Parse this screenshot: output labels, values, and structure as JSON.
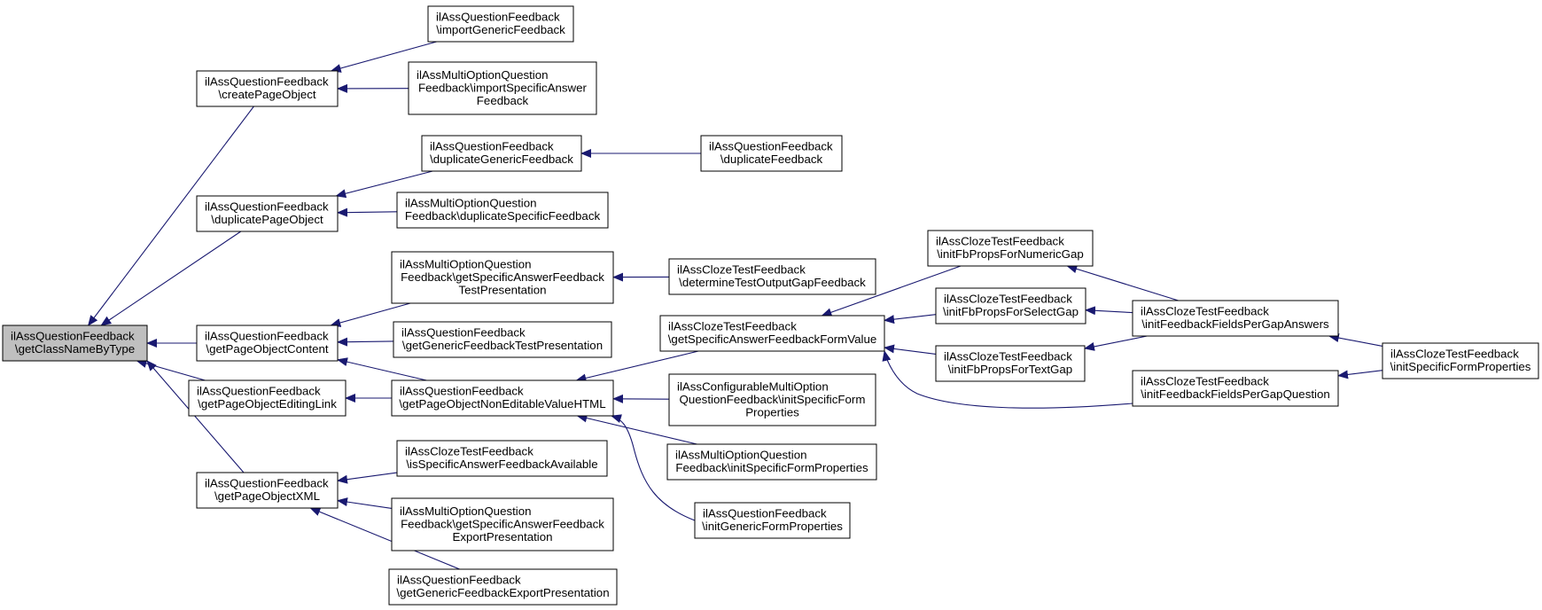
{
  "colors": {
    "edge": "#191970",
    "node_border": "#000000",
    "node_fill": "#ffffff",
    "root_fill": "#bfbfbf",
    "text": "#000000"
  },
  "nodes": {
    "root": {
      "lines": [
        "ilAssQuestionFeedback",
        "\\getClassNameByType"
      ]
    },
    "createPO": {
      "lines": [
        "ilAssQuestionFeedback",
        "\\createPageObject"
      ]
    },
    "dupPO": {
      "lines": [
        "ilAssQuestionFeedback",
        "\\duplicatePageObject"
      ]
    },
    "getPOC": {
      "lines": [
        "ilAssQuestionFeedback",
        "\\getPageObjectContent"
      ]
    },
    "getPOEL": {
      "lines": [
        "ilAssQuestionFeedback",
        "\\getPageObjectEditingLink"
      ]
    },
    "getPOX": {
      "lines": [
        "ilAssQuestionFeedback",
        "\\getPageObjectXML"
      ]
    },
    "importGF": {
      "lines": [
        "ilAssQuestionFeedback",
        "\\importGenericFeedback"
      ]
    },
    "importSAF": {
      "lines": [
        "ilAssMultiOptionQuestion",
        "Feedback\\importSpecificAnswer",
        "Feedback"
      ]
    },
    "dupGF": {
      "lines": [
        "ilAssQuestionFeedback",
        "\\duplicateGenericFeedback"
      ]
    },
    "dupF": {
      "lines": [
        "ilAssQuestionFeedback",
        "\\duplicateFeedback"
      ]
    },
    "dupSF": {
      "lines": [
        "ilAssMultiOptionQuestion",
        "Feedback\\duplicateSpecificFeedback"
      ]
    },
    "getSAFTP": {
      "lines": [
        "ilAssMultiOptionQuestion",
        "Feedback\\getSpecificAnswerFeedback",
        "TestPresentation"
      ]
    },
    "detTOGF": {
      "lines": [
        "ilAssClozeTestFeedback",
        "\\determineTestOutputGapFeedback"
      ]
    },
    "getGFTP": {
      "lines": [
        "ilAssQuestionFeedback",
        "\\getGenericFeedbackTestPresentation"
      ]
    },
    "getPONEV": {
      "lines": [
        "ilAssQuestionFeedback",
        "\\getPageObjectNonEditableValueHTML"
      ]
    },
    "getSAFFV": {
      "lines": [
        "ilAssClozeTestFeedback",
        "\\getSpecificAnswerFeedbackFormValue"
      ]
    },
    "initCfgSFP": {
      "lines": [
        "ilAssConfigurableMultiOption",
        "QuestionFeedback\\initSpecificForm",
        "Properties"
      ]
    },
    "initMOSFP": {
      "lines": [
        "ilAssMultiOptionQuestion",
        "Feedback\\initSpecificFormProperties"
      ]
    },
    "initGFP": {
      "lines": [
        "ilAssQuestionFeedback",
        "\\initGenericFormProperties"
      ]
    },
    "isSAFA": {
      "lines": [
        "ilAssClozeTestFeedback",
        "\\isSpecificAnswerFeedbackAvailable"
      ]
    },
    "getSAFEP": {
      "lines": [
        "ilAssMultiOptionQuestion",
        "Feedback\\getSpecificAnswerFeedback",
        "ExportPresentation"
      ]
    },
    "getGFEP": {
      "lines": [
        "ilAssQuestionFeedback",
        "\\getGenericFeedbackExportPresentation"
      ]
    },
    "initFbNum": {
      "lines": [
        "ilAssClozeTestFeedback",
        "\\initFbPropsForNumericGap"
      ]
    },
    "initFbSel": {
      "lines": [
        "ilAssClozeTestFeedback",
        "\\initFbPropsForSelectGap"
      ]
    },
    "initFbText": {
      "lines": [
        "ilAssClozeTestFeedback",
        "\\initFbPropsForTextGap"
      ]
    },
    "initFFPGA": {
      "lines": [
        "ilAssClozeTestFeedback",
        "\\initFeedbackFieldsPerGapAnswers"
      ]
    },
    "initFFPGQ": {
      "lines": [
        "ilAssClozeTestFeedback",
        "\\initFeedbackFieldsPerGapQuestion"
      ]
    },
    "initCtSFP": {
      "lines": [
        "ilAssClozeTestFeedback",
        "\\initSpecificFormProperties"
      ]
    }
  },
  "edges": [
    [
      "createPO",
      "root"
    ],
    [
      "dupPO",
      "root"
    ],
    [
      "getPOC",
      "root"
    ],
    [
      "getPOEL",
      "root"
    ],
    [
      "getPOX",
      "root"
    ],
    [
      "importGF",
      "createPO"
    ],
    [
      "importSAF",
      "createPO"
    ],
    [
      "dupGF",
      "dupPO"
    ],
    [
      "dupSF",
      "dupPO"
    ],
    [
      "dupF",
      "dupGF"
    ],
    [
      "getSAFTP",
      "getPOC"
    ],
    [
      "getGFTP",
      "getPOC"
    ],
    [
      "getPONEV",
      "getPOC"
    ],
    [
      "detTOGF",
      "getSAFTP"
    ],
    [
      "getPONEV",
      "getPOEL"
    ],
    [
      "isSAFA",
      "getPOX"
    ],
    [
      "getSAFEP",
      "getPOX"
    ],
    [
      "getGFEP",
      "getPOX"
    ],
    [
      "getSAFFV",
      "getPONEV"
    ],
    [
      "initCfgSFP",
      "getPONEV"
    ],
    [
      "initMOSFP",
      "getPONEV"
    ],
    [
      "initGFP",
      "getPONEV"
    ],
    [
      "initFbNum",
      "getSAFFV"
    ],
    [
      "initFbSel",
      "getSAFFV"
    ],
    [
      "initFbText",
      "getSAFFV"
    ],
    [
      "initFFPGQ",
      "getSAFFV"
    ],
    [
      "initFFPGA",
      "initFbNum"
    ],
    [
      "initFFPGA",
      "initFbSel"
    ],
    [
      "initFFPGA",
      "initFbText"
    ],
    [
      "initCtSFP",
      "initFFPGA"
    ],
    [
      "initCtSFP",
      "initFFPGQ"
    ]
  ]
}
